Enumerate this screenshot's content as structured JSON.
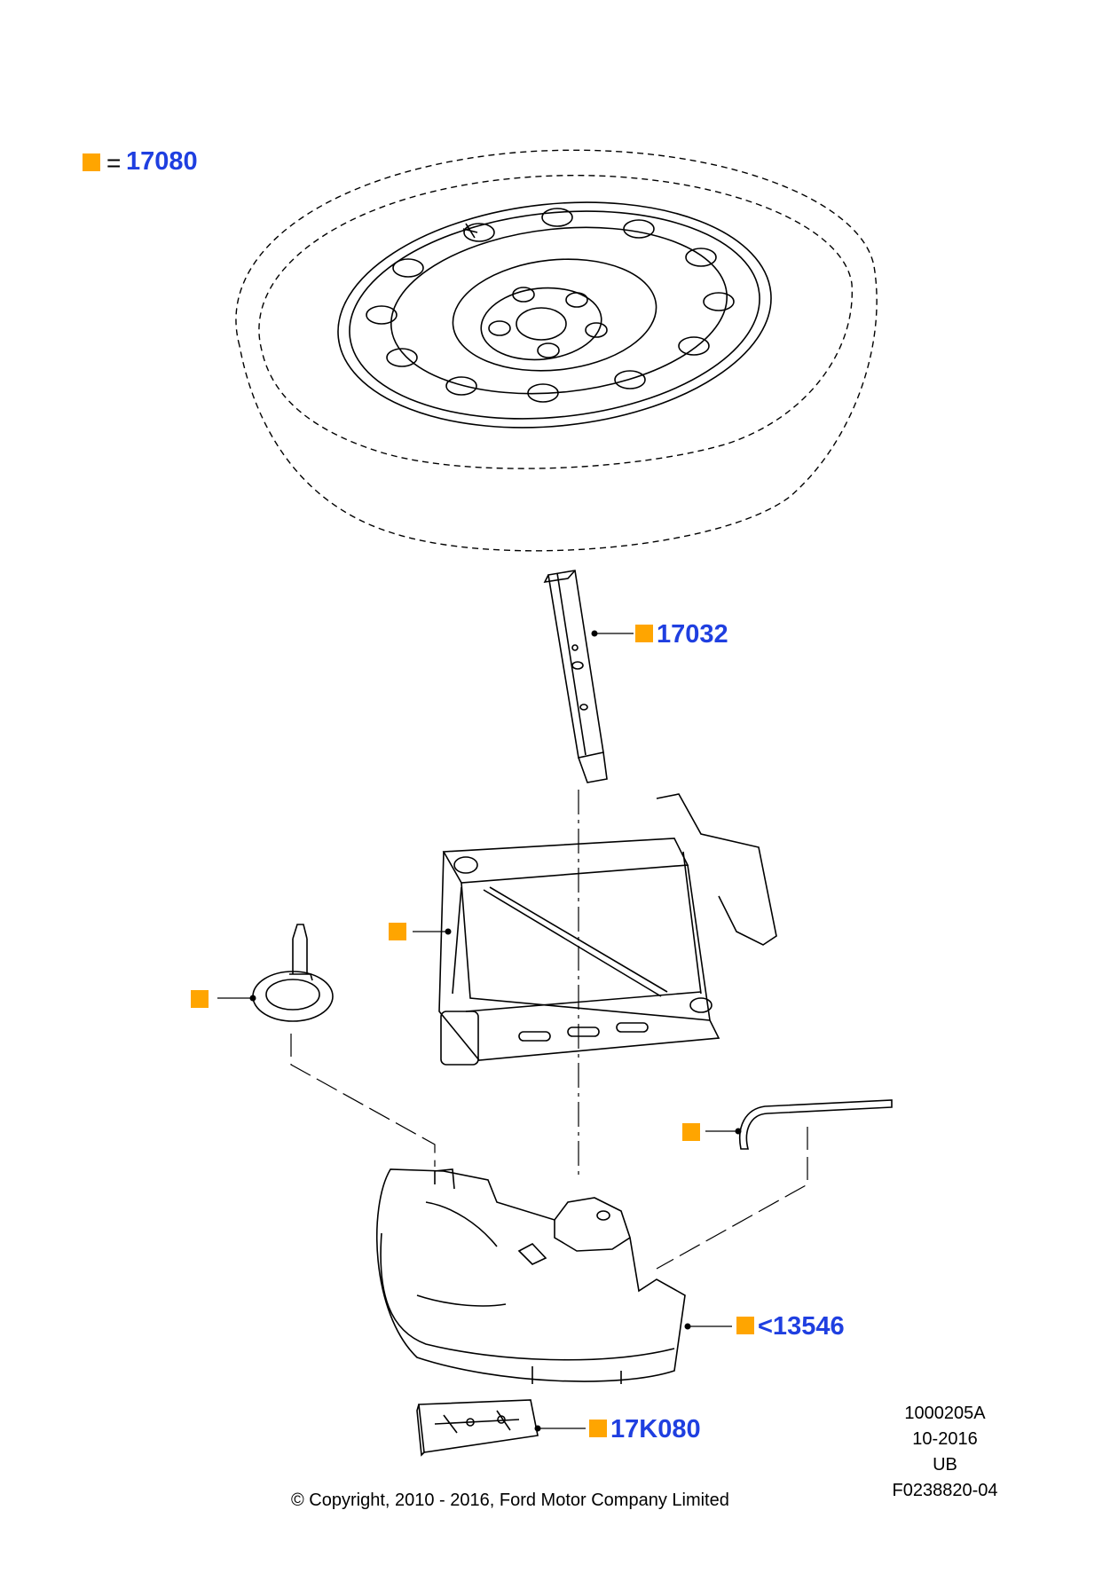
{
  "colors": {
    "marker": "#FFA500",
    "label": "#1F3FE0",
    "line": "#000000"
  },
  "legend": {
    "equals": "=",
    "code": "17080"
  },
  "callouts": {
    "wheel_wrench": "17032",
    "jack": "",
    "tow_eye": "",
    "hex_key": "",
    "tray": "<13546",
    "bracket": "17K080"
  },
  "reference": {
    "line1": "1000205A",
    "line2": "10-2016",
    "line3": "UB",
    "line4": "F0238820-04"
  },
  "copyright": "© Copyright, 2010 - 2016, Ford Motor Company Limited"
}
